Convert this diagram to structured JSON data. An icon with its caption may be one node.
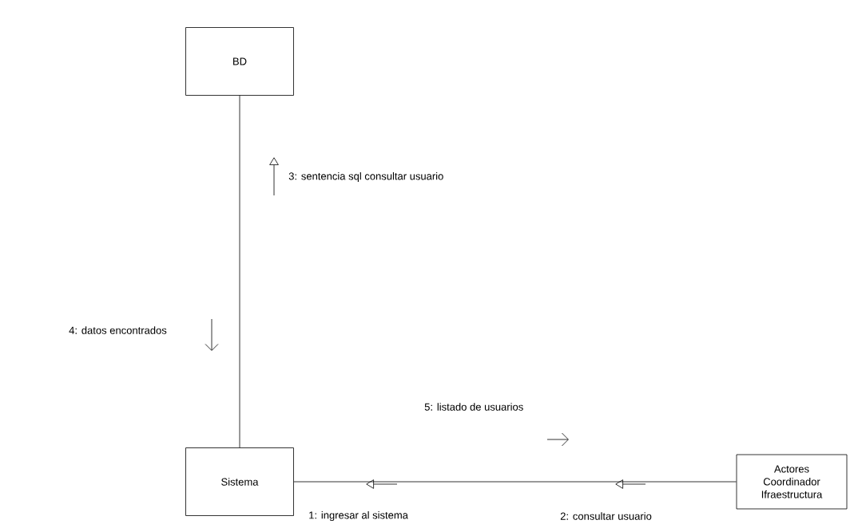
{
  "diagram": {
    "nodes": [
      {
        "text": [
          "BD"
        ]
      },
      {
        "text": [
          "Sistema"
        ]
      },
      {
        "text": [
          "Actores Coordinador Ifraestructura"
        ]
      }
    ],
    "edges": [
      {
        "from": 0,
        "to": 1,
        "arrow": "none"
      },
      {
        "from": 1,
        "to": 2,
        "arrow": "none"
      }
    ],
    "labels": [
      "3: sentencia sql consultar usuario",
      "4: datos encontrados",
      "5: listado de usuarios",
      "1: ingresar al sistema",
      "2: consultar usuario"
    ]
  }
}
